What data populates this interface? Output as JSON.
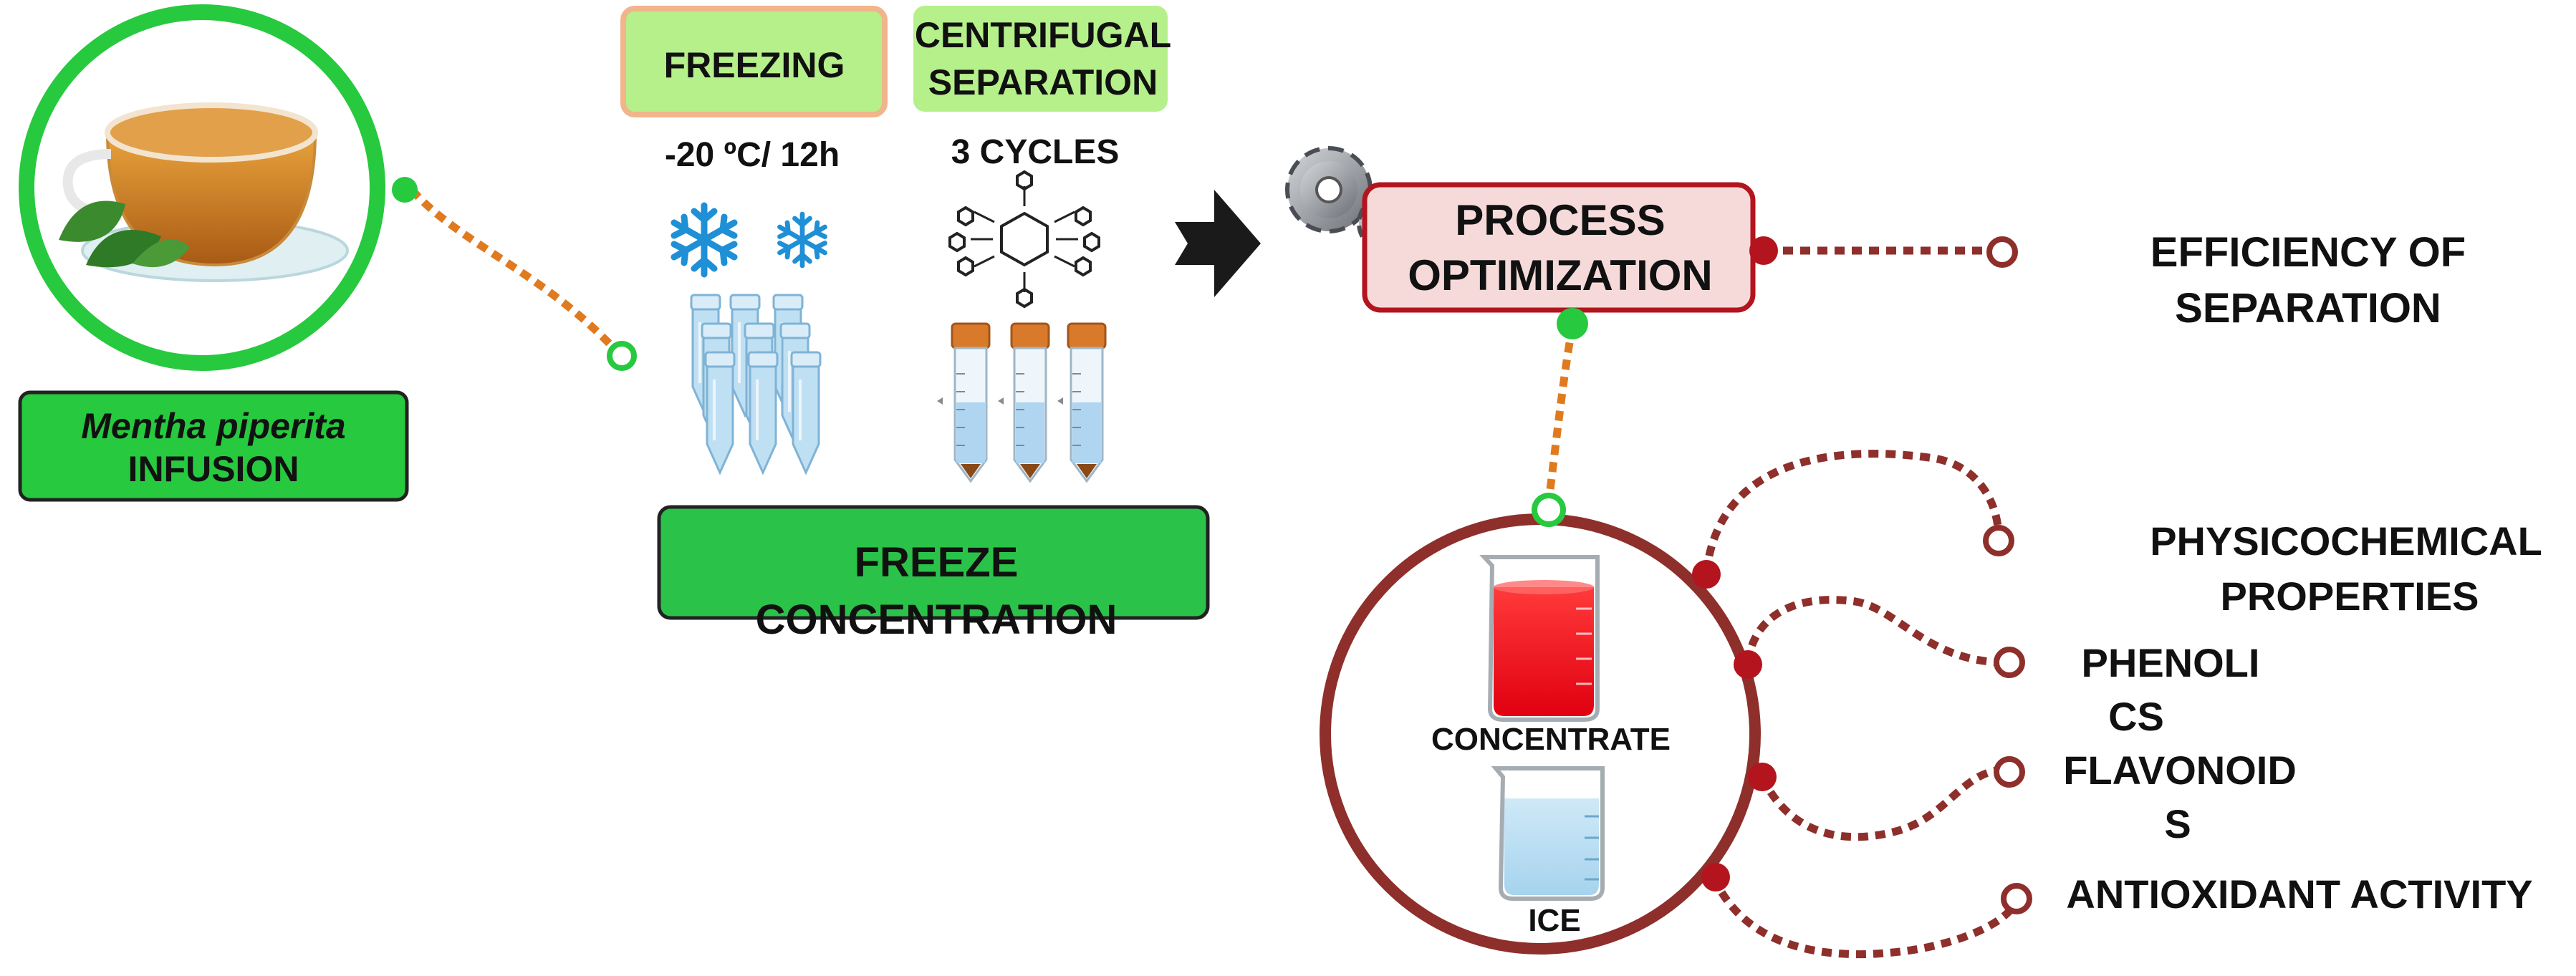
{
  "source": {
    "species": "Mentha piperita",
    "label": "INFUSION"
  },
  "steps": {
    "freezing": {
      "label": "FREEZING",
      "condition": "-20 ºC/ 12h"
    },
    "centrifugal": {
      "label_line1": "CENTRIFUGAL",
      "label_line2": "SEPARATION",
      "condition": "3 CYCLES"
    },
    "process_name_line1": "FREEZE",
    "process_name_line2": "CONCENTRATION"
  },
  "optimization": {
    "line1": "PROCESS",
    "line2": "OPTIMIZATION"
  },
  "products": {
    "concentrate": "CONCENTRATE",
    "ice": "ICE"
  },
  "outputs": {
    "efficiency_line1": "EFFICIENCY OF",
    "efficiency_line2": "SEPARATION",
    "physico_line1": "PHYSICOCHEMICAL",
    "physico_line2": "PROPERTIES",
    "phenolics_line1": "PHENOLI",
    "phenolics_line2": "CS",
    "flavonoids_line1": "FLAVONOID",
    "flavonoids_line2": "S",
    "antioxidant": "ANTIOXIDANT ACTIVITY"
  },
  "colors": {
    "green": "#27c93f",
    "green_box": "#2bc24a",
    "orange_dots": "#e07a1f",
    "dark_red": "#8e2f2b",
    "red_dot": "#b3141e",
    "pink_box": "#f6dada",
    "freezing_box": "#b5f08a",
    "freezing_border": "#f2b48a",
    "snow_blue": "#1f8fd6",
    "tube_blue": "#a9d2ee",
    "cap_orange": "#d97a2b"
  },
  "icons": [
    "tea-cup-icon",
    "snowflake-icon",
    "centrifuge-icon",
    "tube-rack-icon",
    "centrifuge-tube-icon",
    "arrow-right-icon",
    "gears-icon",
    "beaker-red-icon",
    "beaker-blue-icon"
  ]
}
